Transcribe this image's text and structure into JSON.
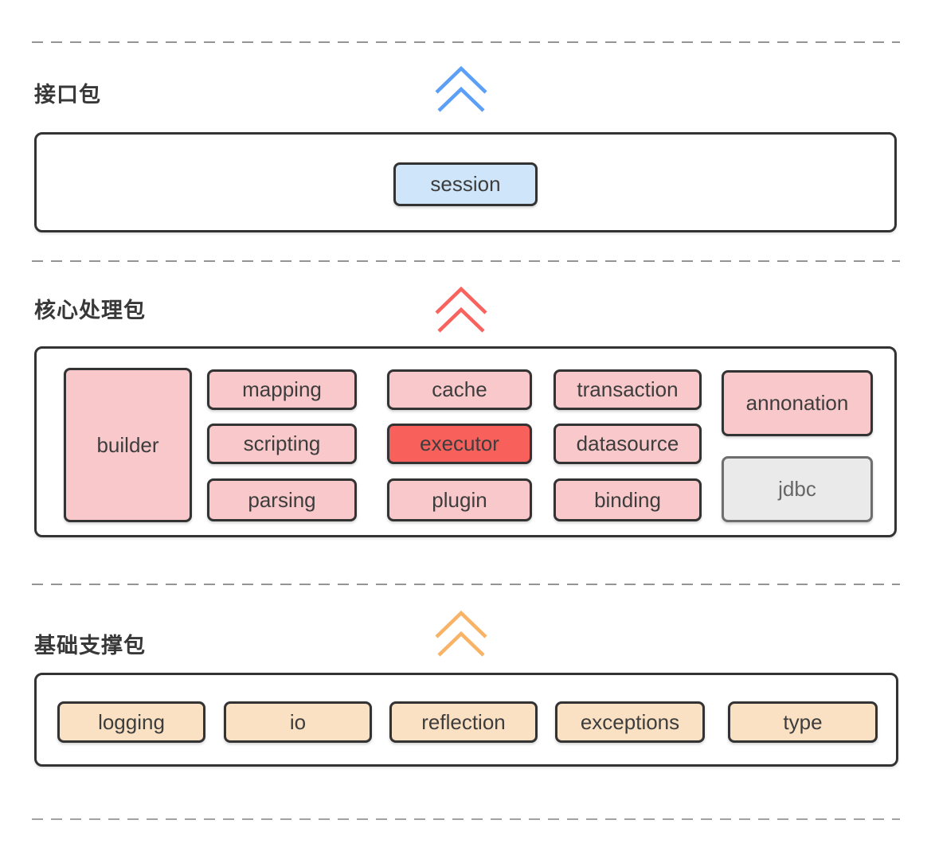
{
  "diagram": {
    "divider_color": "#949494",
    "sections": [
      {
        "label": "接口包",
        "arrow": {
          "icon": "double-chevron-up",
          "color": "#5c9ff6"
        },
        "packages": [
          {
            "name": "session",
            "fill": "#cfe5f9"
          }
        ]
      },
      {
        "label": "核心处理包",
        "arrow": {
          "icon": "double-chevron-up",
          "color": "#fa625e"
        },
        "packages": [
          {
            "name": "builder",
            "fill": "#f9c8ca"
          },
          {
            "name": "mapping",
            "fill": "#f9c8ca"
          },
          {
            "name": "scripting",
            "fill": "#f9c8ca"
          },
          {
            "name": "parsing",
            "fill": "#f9c8ca"
          },
          {
            "name": "cache",
            "fill": "#f9c8ca"
          },
          {
            "name": "executor",
            "fill": "#f8605b",
            "highlight": true
          },
          {
            "name": "plugin",
            "fill": "#f9c8ca"
          },
          {
            "name": "transaction",
            "fill": "#f9c8ca"
          },
          {
            "name": "datasource",
            "fill": "#f9c8ca"
          },
          {
            "name": "binding",
            "fill": "#f9c8ca"
          },
          {
            "name": "annonation",
            "fill": "#f9c8ca"
          },
          {
            "name": "jdbc",
            "fill": "#eaeaea",
            "muted": true
          }
        ]
      },
      {
        "label": "基础支撑包",
        "arrow": {
          "icon": "double-chevron-up",
          "color": "#f9b366"
        },
        "packages": [
          {
            "name": "logging",
            "fill": "#fae1c3"
          },
          {
            "name": "io",
            "fill": "#fae1c3"
          },
          {
            "name": "reflection",
            "fill": "#fae1c3"
          },
          {
            "name": "exceptions",
            "fill": "#fae1c3"
          },
          {
            "name": "type",
            "fill": "#fae1c3"
          }
        ]
      }
    ]
  }
}
